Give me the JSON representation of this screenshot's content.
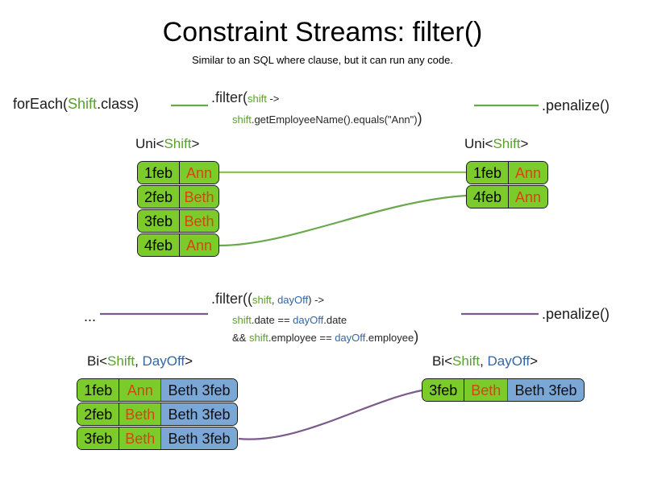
{
  "header": {
    "title": "Constraint Streams: filter()",
    "subtitle": "Similar to an SQL where clause, but it can run any code."
  },
  "colors": {
    "shift_green": "#5aa02c",
    "dayoff_blue": "#3465a4",
    "card_green": "#7bcc2b",
    "card_blue": "#7ba7d7",
    "name_orange": "#d34515",
    "wire_green": "#6aa84f",
    "wire_purple": "#7b5a8c",
    "text_dark": "#262626"
  },
  "row_uni": {
    "source_label": {
      "prefix": "forEach(",
      "type": "Shift",
      "suffix": ".class)"
    },
    "filter": {
      "line1_prefix": ".filter(",
      "line1_param": "shift",
      "line1_suffix": " ->",
      "line2_var": "shift",
      "line2_rest": ".getEmployeeName().equals(\"Ann\")",
      "line2_close": ")"
    },
    "terminal_label": ".penalize()",
    "left_stream_type": {
      "prefix": "Uni<",
      "type": "Shift",
      "suffix": ">"
    },
    "right_stream_type": {
      "prefix": "Uni<",
      "type": "Shift",
      "suffix": ">"
    },
    "left_cards": [
      {
        "date": "1feb",
        "employee": "Ann"
      },
      {
        "date": "2feb",
        "employee": "Beth"
      },
      {
        "date": "3feb",
        "employee": "Beth"
      },
      {
        "date": "4feb",
        "employee": "Ann"
      }
    ],
    "right_cards": [
      {
        "date": "1feb",
        "employee": "Ann"
      },
      {
        "date": "4feb",
        "employee": "Ann"
      }
    ]
  },
  "row_bi": {
    "source_label": "...",
    "filter": {
      "line1_prefix": ".filter((",
      "line1_param1": "shift",
      "line1_comma": ", ",
      "line1_param2": "dayOff",
      "line1_suffix": ") ->",
      "line2_var1": "shift",
      "line2_mid1": ".date == ",
      "line2_var2": "dayOff",
      "line2_end": ".date",
      "line3_pre": "&& ",
      "line3_var1": "shift",
      "line3_mid": ".employee == ",
      "line3_var2": "dayOff",
      "line3_end": ".employee",
      "line3_close": ")"
    },
    "terminal_label": ".penalize()",
    "left_stream_type": {
      "prefix": "Bi<",
      "type1": "Shift",
      "comma": ", ",
      "type2": "DayOff",
      "suffix": ">"
    },
    "right_stream_type": {
      "prefix": "Bi<",
      "type1": "Shift",
      "comma": ", ",
      "type2": "DayOff",
      "suffix": ">"
    },
    "left_cards": [
      {
        "date": "1feb",
        "employee": "Ann",
        "dayoff": "Beth 3feb"
      },
      {
        "date": "2feb",
        "employee": "Beth",
        "dayoff": "Beth 3feb"
      },
      {
        "date": "3feb",
        "employee": "Beth",
        "dayoff": "Beth 3feb"
      }
    ],
    "right_cards": [
      {
        "date": "3feb",
        "employee": "Beth",
        "dayoff": "Beth 3feb"
      }
    ]
  }
}
